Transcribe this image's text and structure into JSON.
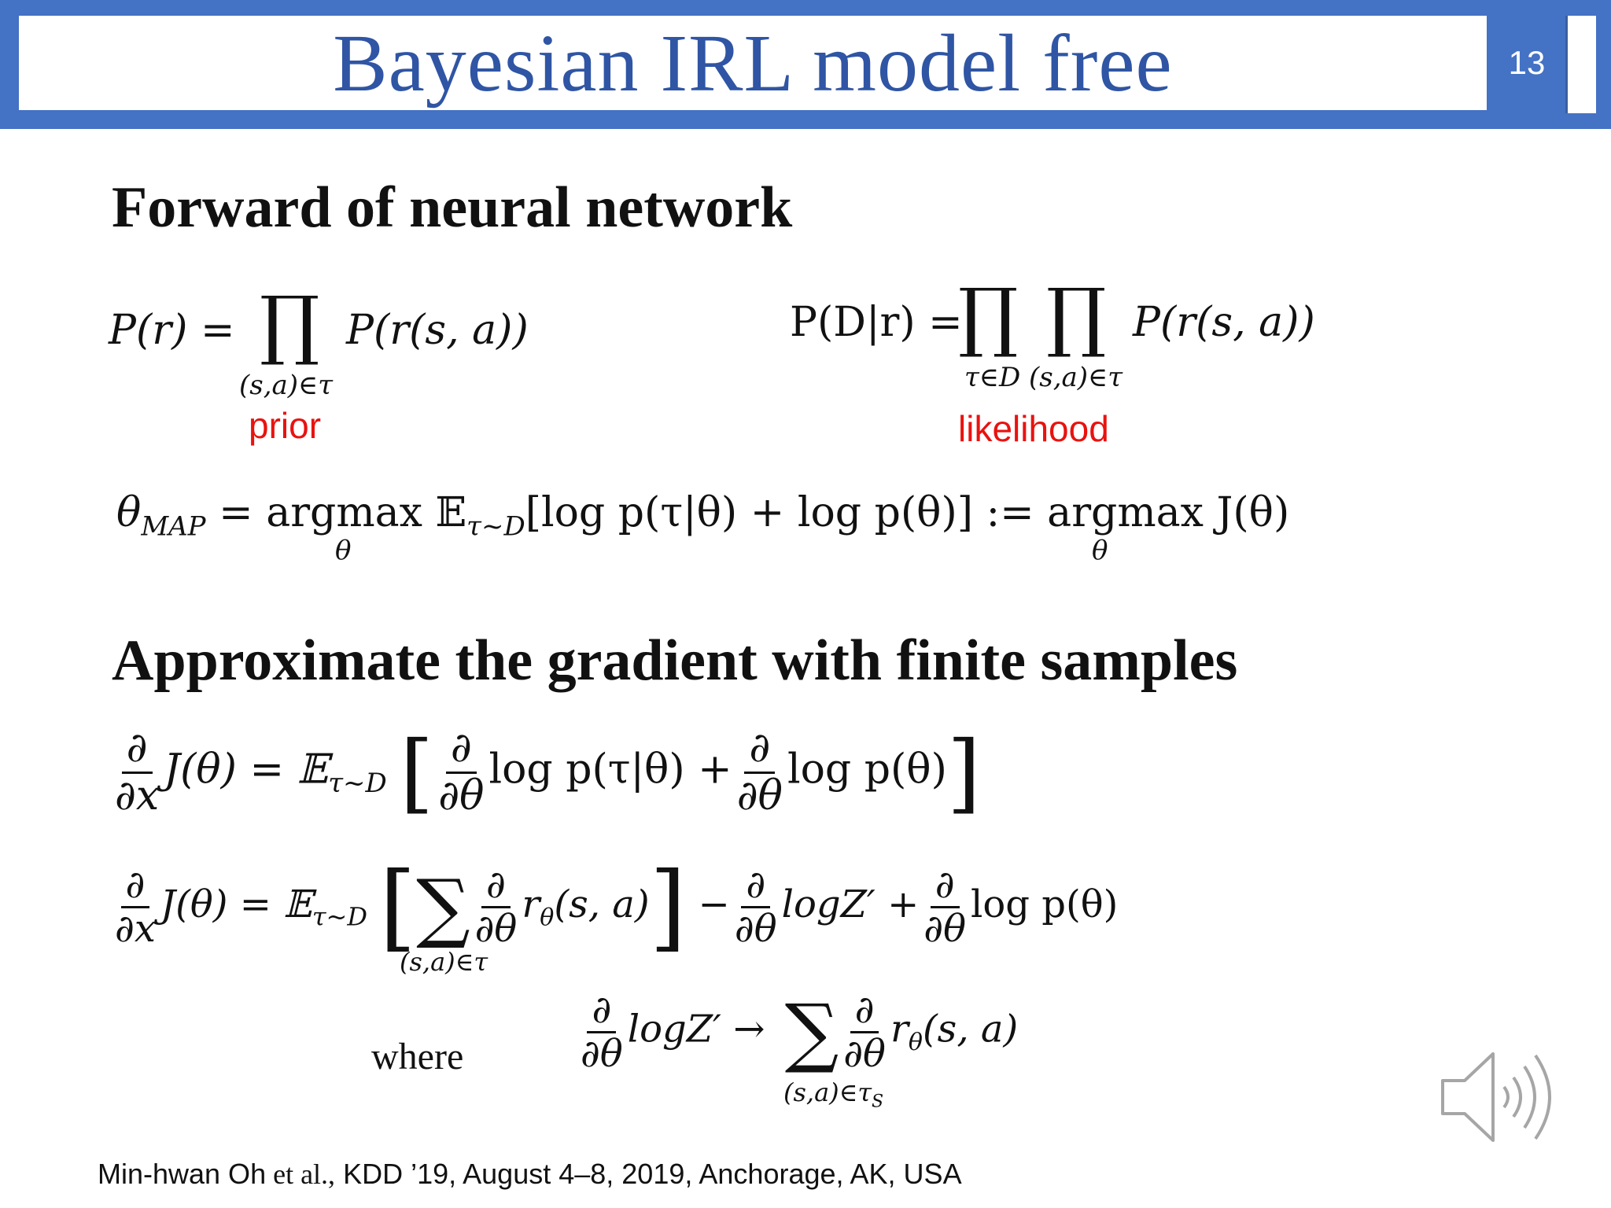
{
  "slide": {
    "title": "Bayesian IRL model free",
    "page_number": "13"
  },
  "sections": {
    "forward_title": "Forward of neural network",
    "gradient_title": "Approximate the gradient with finite samples"
  },
  "labels": {
    "prior": "prior",
    "likelihood": "likelihood",
    "where": "where"
  },
  "equations": {
    "prior_lhs": "P(r) =",
    "prior_rhs": "P(r(s, a))",
    "prior_sub": "(s,a)∈τ",
    "likelihood_lhs": "P(D|r) =",
    "likelihood_rhs": "P(r(s, a))",
    "likelihood_sub1": "τ∈D",
    "likelihood_sub2": "(s,a)∈τ",
    "map_lhs": "θ",
    "map_lhs_sub": "MAP",
    "map_mid": "= argmax 𝔼",
    "map_exp_sub": "τ~D",
    "map_body": "[log p(τ|θ) + log p(θ)] :=  argmax J(θ)",
    "map_theta1": "θ",
    "map_theta2": "θ",
    "grad1_lhs": "J(θ) = 𝔼",
    "grad1_sub": "τ~D",
    "grad1_term1": "log p(τ|θ) +",
    "grad1_term2": "log p(θ)",
    "grad2_lhs": "J(θ) = 𝔼",
    "grad2_sub": "τ~D",
    "grad2_sum_sub": "(s,a)∈τ",
    "grad2_term1": "r",
    "grad2_term1_sub": "θ",
    "grad2_term1_args": "(s, a)",
    "grad2_minus": "−",
    "grad2_term2": "logZ′ +",
    "grad2_term3": "log p(θ)",
    "where_term1": "logZ′ →",
    "where_sum_sub": "(s,a)∈τ",
    "where_sum_sub_s": "S",
    "where_term2": "r",
    "where_term2_sub": "θ",
    "where_term2_args": "(s, a)",
    "d": "∂",
    "dx": "∂x",
    "dtheta": "∂θ"
  },
  "footer": {
    "author": "Min-hwan Oh",
    "etal": " et al.,",
    "venue": " KDD ’19, August 4–8, 2019, Anchorage, AK, USA"
  },
  "icons": {
    "speaker": "speaker-icon"
  },
  "colors": {
    "header_blue": "#4472c4",
    "title_text": "#2f55a4",
    "label_red": "#e8130f"
  }
}
